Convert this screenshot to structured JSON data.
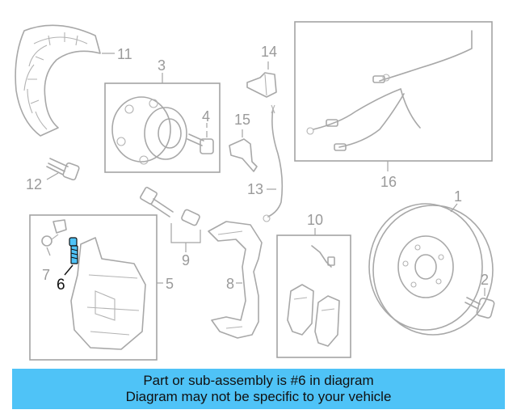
{
  "callouts": {
    "c1": "1",
    "c2": "2",
    "c3": "3",
    "c4": "4",
    "c5": "5",
    "c6": "6",
    "c7": "7",
    "c8": "8",
    "c9": "9",
    "c10": "10",
    "c11": "11",
    "c12": "12",
    "c13": "13",
    "c14": "14",
    "c15": "15",
    "c16": "16"
  },
  "highlight": {
    "part_number": "6",
    "color": "#4fc3f7"
  },
  "banner": {
    "line1": "Part or sub-assembly is #6 in diagram",
    "line2": "Diagram may not be specific to your vehicle",
    "background": "#4fc3f7"
  }
}
